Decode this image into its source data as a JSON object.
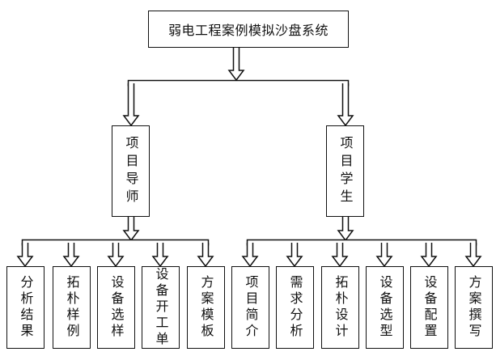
{
  "diagram": {
    "root": {
      "label": "弱电工程案例模拟沙盘系统"
    },
    "branches": [
      {
        "label": "项目导师",
        "children": [
          "分析结果",
          "拓朴样例",
          "设备选样",
          "设备开工单",
          "方案模板"
        ]
      },
      {
        "label": "项目学生",
        "children": [
          "项目简介",
          "需求分析",
          "拓朴设计",
          "设备选型",
          "设备配置",
          "方案撰写"
        ]
      }
    ],
    "colors": {
      "line": "#111111",
      "fill": "#ffffff"
    }
  }
}
